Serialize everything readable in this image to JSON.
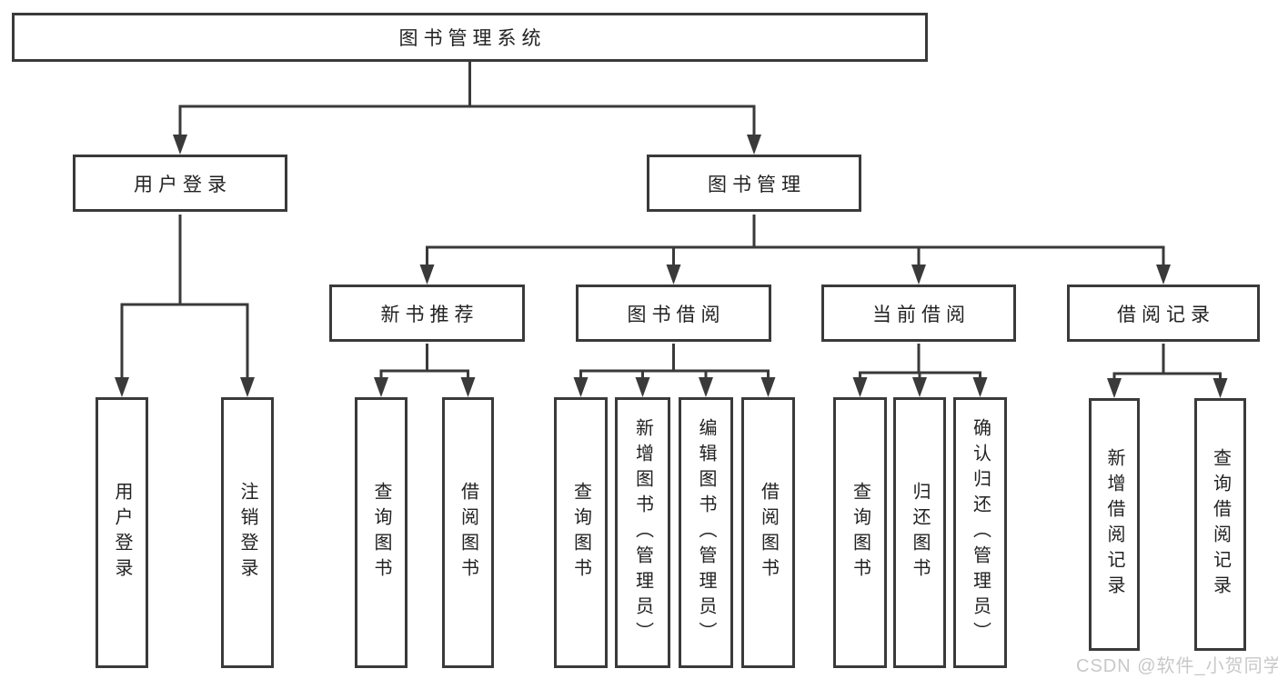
{
  "diagram": {
    "title": "图书管理系统",
    "children": [
      {
        "label": "用户登录",
        "children": [
          {
            "label": "用户登录"
          },
          {
            "label": "注销登录"
          }
        ]
      },
      {
        "label": "图书管理",
        "children": [
          {
            "label": "新书推荐",
            "children": [
              {
                "label": "查询图书"
              },
              {
                "label": "借阅图书"
              }
            ]
          },
          {
            "label": "图书借阅",
            "children": [
              {
                "label": "查询图书"
              },
              {
                "label": "新增图书（管理员）"
              },
              {
                "label": "编辑图书（管理员）"
              },
              {
                "label": "借阅图书"
              }
            ]
          },
          {
            "label": "当前借阅",
            "children": [
              {
                "label": "查询图书"
              },
              {
                "label": "归还图书"
              },
              {
                "label": "确认归还（管理员）"
              }
            ]
          },
          {
            "label": "借阅记录",
            "children": [
              {
                "label": "新增借阅记录"
              },
              {
                "label": "查询借阅记录"
              }
            ]
          }
        ]
      }
    ]
  },
  "watermark": {
    "text": "CSDN @软件_小贺同学"
  },
  "colors": {
    "line": "#3a3a3a",
    "text": "#222222",
    "watermark": "#c8c8c8",
    "background": "#ffffff"
  }
}
